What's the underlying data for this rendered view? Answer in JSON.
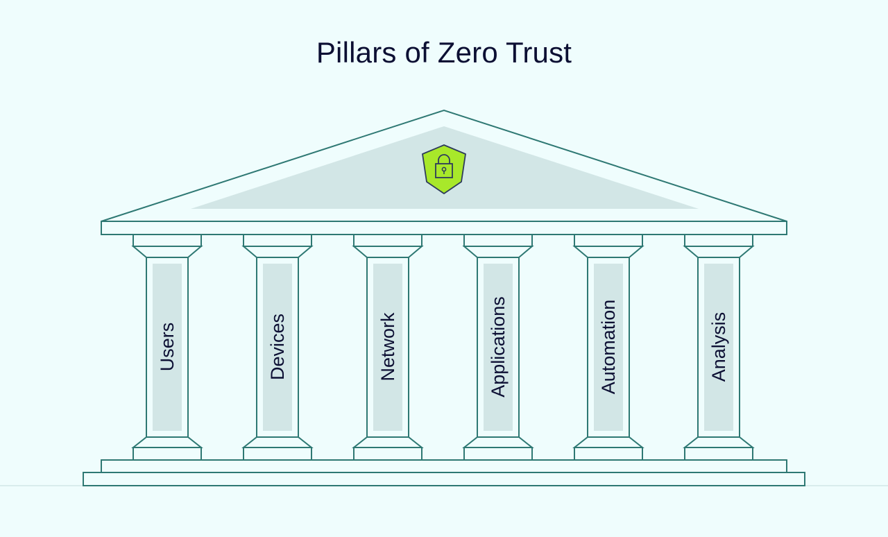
{
  "title": "Pillars of Zero Trust",
  "roof": {
    "icon": "shield-lock-icon"
  },
  "pillars": [
    {
      "label": "Users"
    },
    {
      "label": "Devices"
    },
    {
      "label": "Network"
    },
    {
      "label": "Applications"
    },
    {
      "label": "Automation"
    },
    {
      "label": "Analysis"
    }
  ],
  "colors": {
    "background": "#effdfd",
    "stroke": "#2e7873",
    "panel_fill": "#d2e6e6",
    "shield_fill": "#a8e82a",
    "shield_stroke": "#2d3a5c",
    "text": "#0c0f33"
  }
}
